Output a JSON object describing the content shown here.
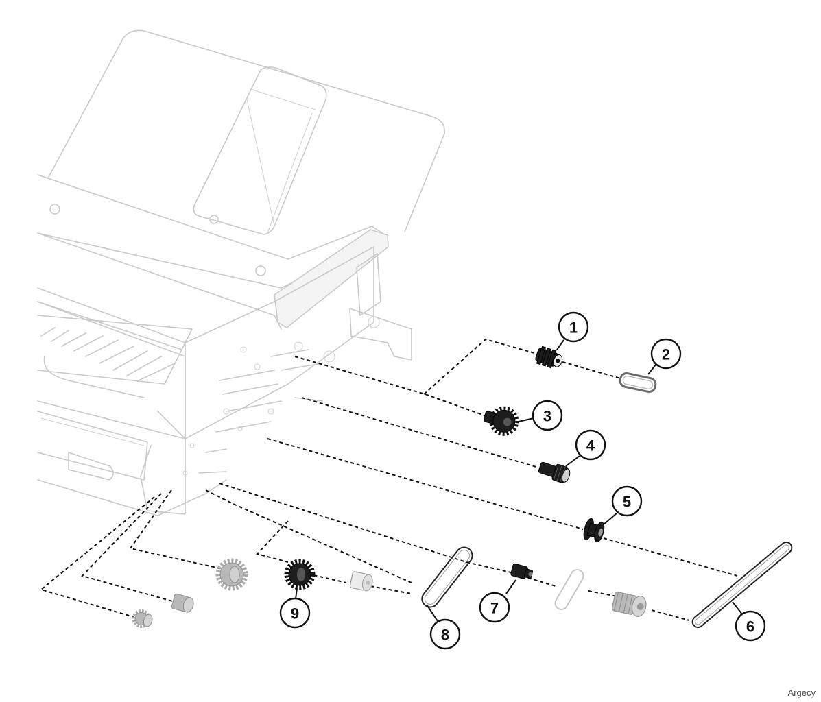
{
  "diagram": {
    "callouts": [
      {
        "number": "1"
      },
      {
        "number": "2"
      },
      {
        "number": "3"
      },
      {
        "number": "4"
      },
      {
        "number": "5"
      },
      {
        "number": "6"
      },
      {
        "number": "7"
      },
      {
        "number": "8"
      },
      {
        "number": "9"
      }
    ]
  },
  "watermark": "Argecy",
  "colors": {
    "line": "#111111",
    "ghost_housing": "#c9c9c9",
    "highlighted_part": "#1d1d1d",
    "context_part": "#b9b9b9"
  }
}
